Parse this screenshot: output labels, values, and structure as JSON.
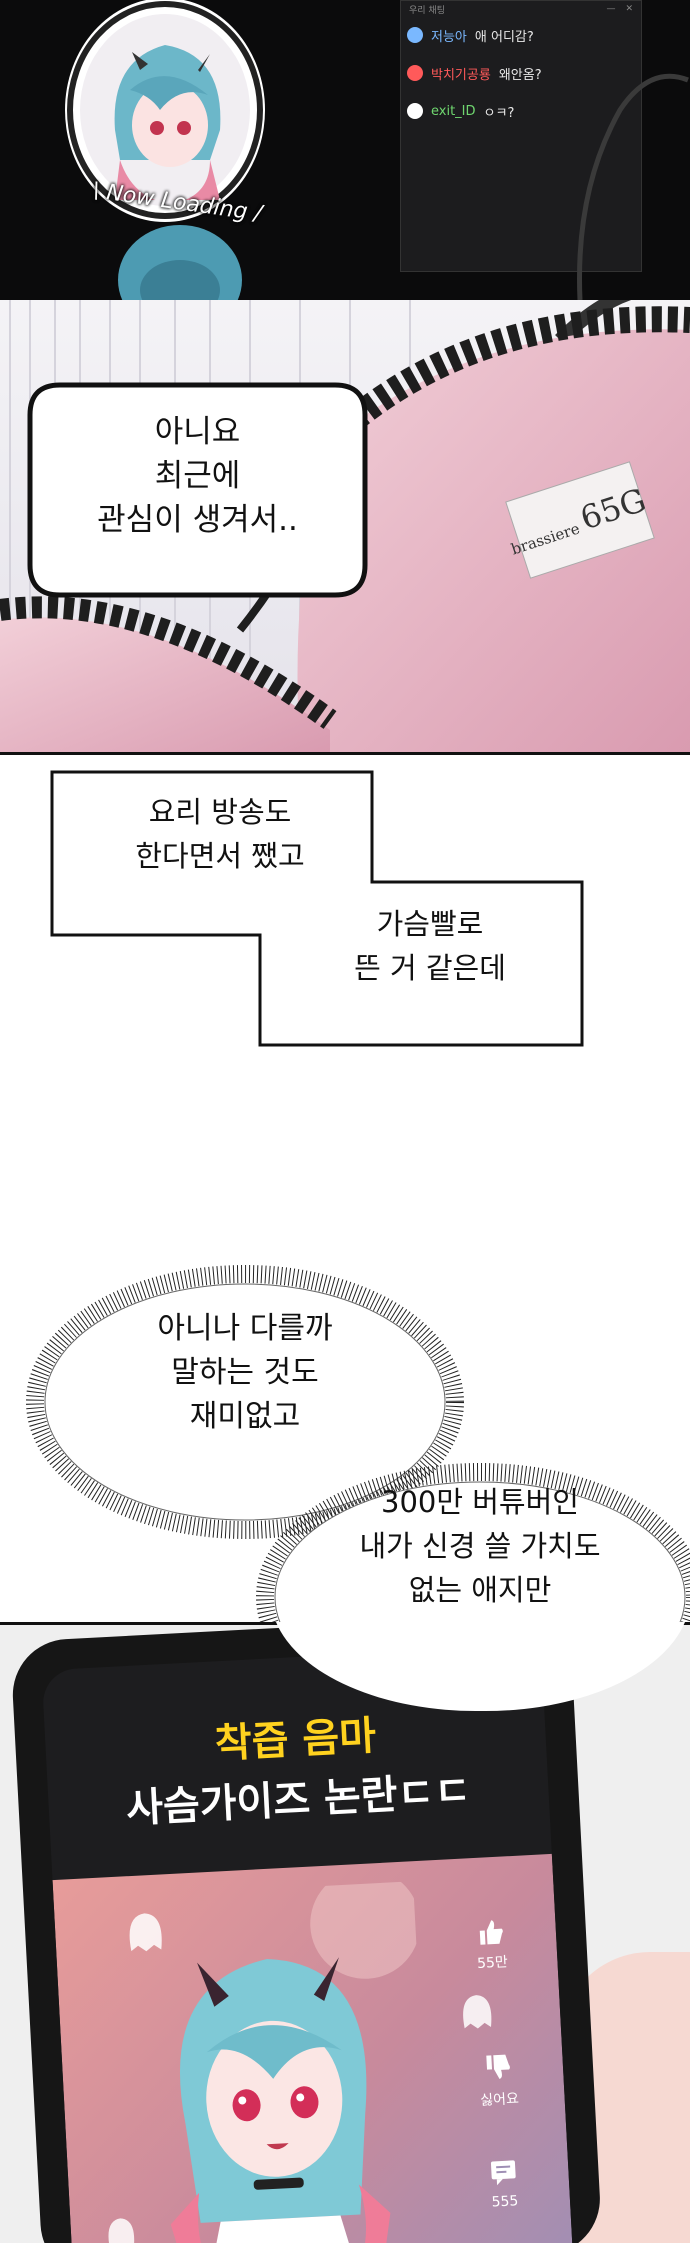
{
  "loading": {
    "label": "Now Loading"
  },
  "chat": {
    "window_title": "우리 채팅",
    "messages": [
      {
        "name": "저능아",
        "text": "애 어디감?",
        "color": "#7ab8ff"
      },
      {
        "name": "박치기공룡",
        "text": "왜안옴?",
        "color": "#ff5a5a"
      },
      {
        "name": "exit_ID",
        "text": "ㅇㅋ?",
        "color": "#6fd66f"
      }
    ]
  },
  "bra_tag": {
    "brand": "brassiere",
    "size": "65G"
  },
  "bubbles": {
    "b1": [
      "아니요",
      "최근에",
      "관심이 생겨서.."
    ],
    "b2": [
      "요리 방송도",
      "한다면서 쨌고"
    ],
    "b3": [
      "가슴빨로",
      "뜬 거 같은데"
    ],
    "b4": [
      "아니나 다를까",
      "말하는 것도",
      "재미없고"
    ],
    "b5": [
      "300만 버튜버인",
      "내가 신경 쓸 가치도",
      "없는 애지만"
    ]
  },
  "phone": {
    "headline_1": "착즙 음마",
    "headline_2": "사슴가이즈 논란ㄷㄷ",
    "likes": "55만",
    "dislike_label": "싫어요",
    "comments": "555"
  },
  "colors": {
    "accent_yellow": "#ffd21f",
    "bg_dark": "#111111",
    "bra_pink": "#e8b7c6"
  }
}
